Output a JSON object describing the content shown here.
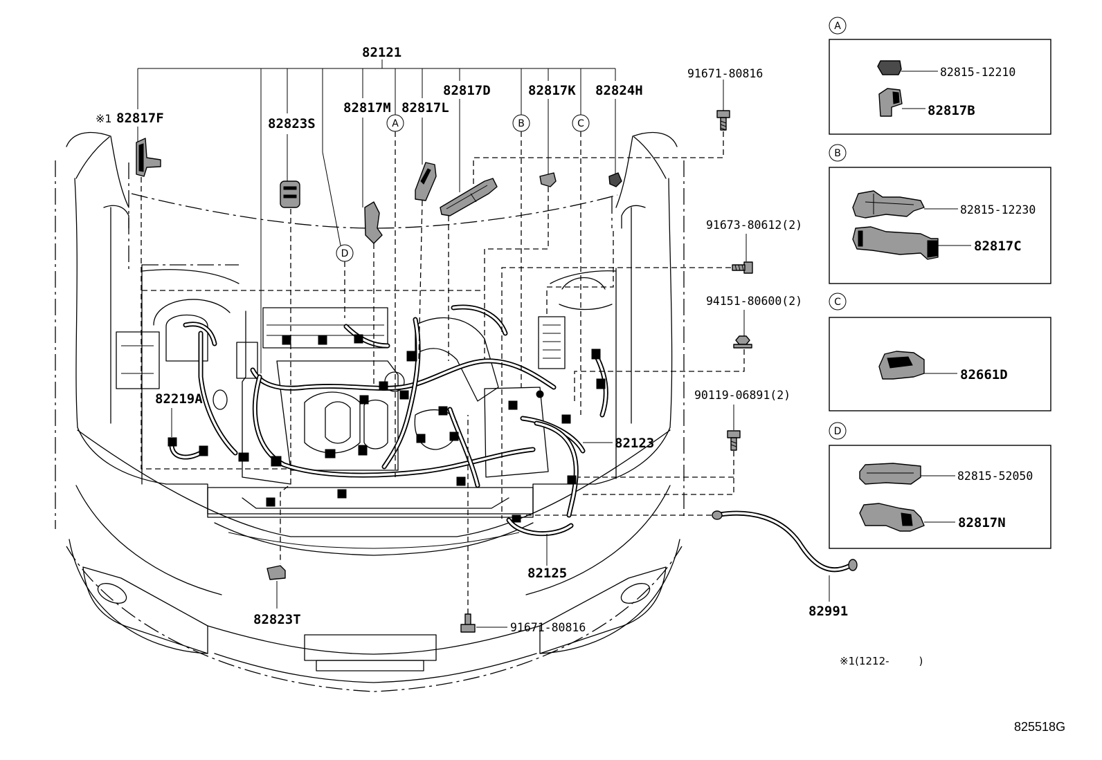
{
  "figure": {
    "drawing_id": "825518G",
    "footnote": "※1(1212-         )",
    "colors": {
      "line": "#000000",
      "background": "#ffffff"
    }
  },
  "main_harness": {
    "part_no": "82121"
  },
  "callouts": {
    "note_mark": "※1",
    "p_82817F": "82817F",
    "p_82823S": "82823S",
    "p_82817M": "82817M",
    "p_82817L": "82817L",
    "p_82817D": "82817D",
    "p_82817K": "82817K",
    "p_82824H": "82824H",
    "p_91671_top": "91671-80816",
    "p_91673": "91673-80612(2)",
    "p_94151": "94151-80600(2)",
    "p_90119": "90119-06891(2)",
    "p_82219A": "82219A",
    "p_82123": "82123",
    "p_82125": "82125",
    "p_82823T": "82823T",
    "p_91671_bottom": "91671-80816",
    "p_82991": "82991"
  },
  "ref_circles": {
    "A": "A",
    "B": "B",
    "C": "C",
    "D": "D"
  },
  "detail_panels": [
    {
      "ref": "A",
      "parts": [
        "82815-12210",
        "82817B"
      ]
    },
    {
      "ref": "B",
      "parts": [
        "82815-12230",
        "82817C"
      ]
    },
    {
      "ref": "C",
      "parts": [
        "82661D"
      ]
    },
    {
      "ref": "D",
      "parts": [
        "82815-52050",
        "82817N"
      ]
    }
  ]
}
